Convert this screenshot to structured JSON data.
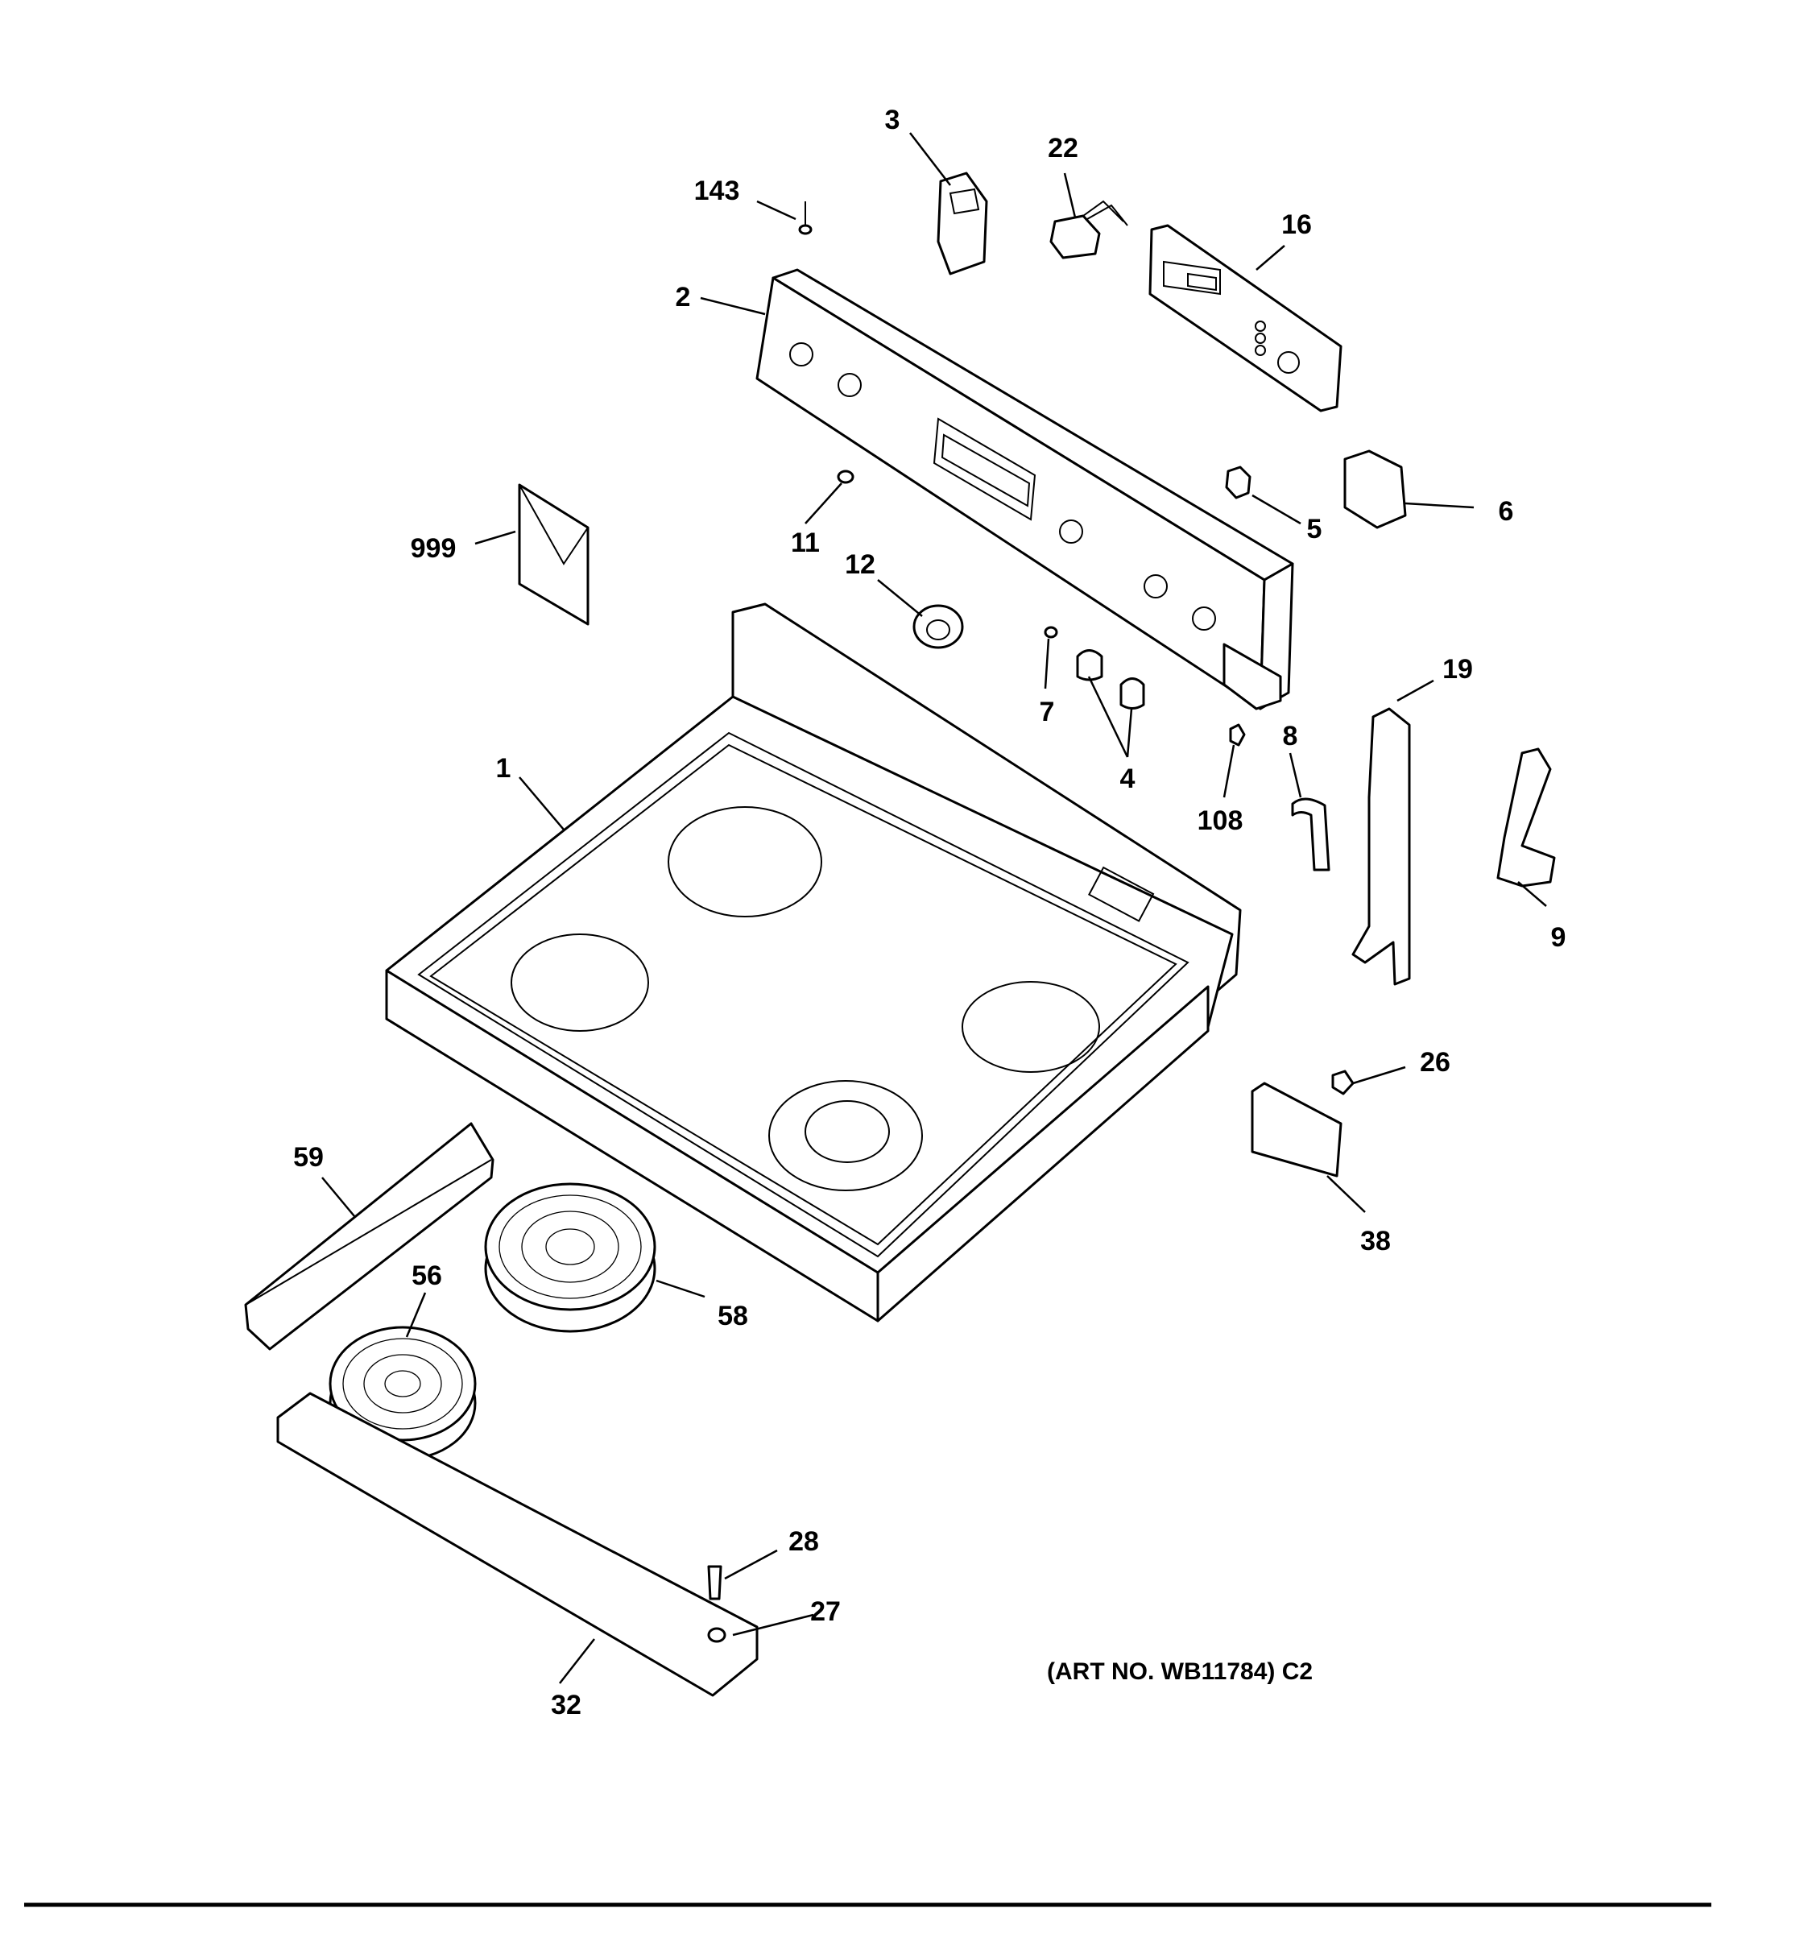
{
  "diagram": {
    "art_number": "(ART NO. WB11784) C2",
    "callouts": [
      {
        "id": "c3",
        "label": "3"
      },
      {
        "id": "c22",
        "label": "22"
      },
      {
        "id": "c143",
        "label": "143"
      },
      {
        "id": "c16",
        "label": "16"
      },
      {
        "id": "c2",
        "label": "2"
      },
      {
        "id": "c999",
        "label": "999"
      },
      {
        "id": "c11",
        "label": "11"
      },
      {
        "id": "c5",
        "label": "5"
      },
      {
        "id": "c6",
        "label": "6"
      },
      {
        "id": "c12",
        "label": "12"
      },
      {
        "id": "c7",
        "label": "7"
      },
      {
        "id": "c4",
        "label": "4"
      },
      {
        "id": "c19",
        "label": "19"
      },
      {
        "id": "c8",
        "label": "8"
      },
      {
        "id": "c108",
        "label": "108"
      },
      {
        "id": "c1",
        "label": "1"
      },
      {
        "id": "c9",
        "label": "9"
      },
      {
        "id": "c26",
        "label": "26"
      },
      {
        "id": "c59",
        "label": "59"
      },
      {
        "id": "c38",
        "label": "38"
      },
      {
        "id": "c56",
        "label": "56"
      },
      {
        "id": "c58",
        "label": "58"
      },
      {
        "id": "c28",
        "label": "28"
      },
      {
        "id": "c27",
        "label": "27"
      },
      {
        "id": "c32",
        "label": "32"
      }
    ]
  }
}
